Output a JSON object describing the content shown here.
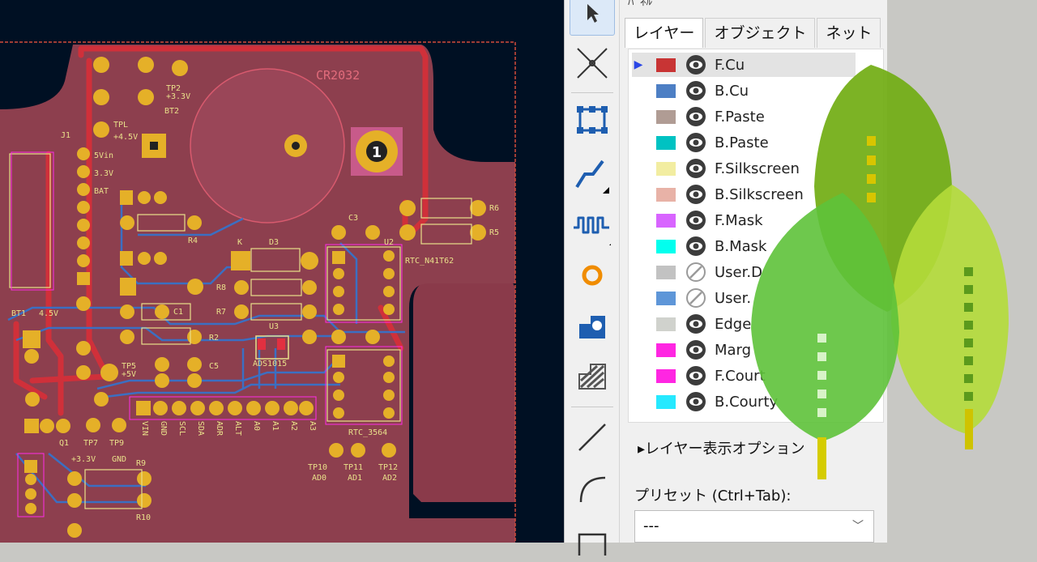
{
  "panel": {
    "title": "ﾊﾟﾈﾙ",
    "tabs": [
      {
        "label": "レイヤー",
        "active": true
      },
      {
        "label": "オブジェクト",
        "active": false
      },
      {
        "label": "ネット",
        "active": false
      }
    ],
    "layers": [
      {
        "name": "F.Cu",
        "color": "#c83434",
        "visible": true,
        "selected": true
      },
      {
        "name": "B.Cu",
        "color": "#4d7fc4",
        "visible": true
      },
      {
        "name": "F.Paste",
        "color": "#b09c94",
        "visible": true
      },
      {
        "name": "B.Paste",
        "color": "#00c2c2",
        "visible": true
      },
      {
        "name": "F.Silkscreen",
        "color": "#f2eda1",
        "visible": true
      },
      {
        "name": "B.Silkscreen",
        "color": "#e8b2a7",
        "visible": true
      },
      {
        "name": "F.Mask",
        "color": "#d864ff",
        "visible": true
      },
      {
        "name": "B.Mask",
        "color": "#02ffee",
        "visible": true
      },
      {
        "name": "User.D",
        "color": "#c2c2c2",
        "visible": false
      },
      {
        "name": "User.",
        "color": "#5e96d8",
        "visible": false
      },
      {
        "name": "Edge",
        "color": "#d0d2cd",
        "visible": true
      },
      {
        "name": "Marg",
        "color": "#ff26e2",
        "visible": true
      },
      {
        "name": "F.Court",
        "color": "#ff26e2",
        "visible": true
      },
      {
        "name": "B.Courty",
        "color": "#26e9ff",
        "visible": true
      }
    ],
    "layer_display_options": "レイヤー表示オプション",
    "preset_label": "プリセット (Ctrl+Tab):",
    "preset_value": "---"
  },
  "toolbar": {
    "tools": [
      {
        "icon": "select-arrow-icon",
        "active": true
      },
      {
        "icon": "local-ratsnest-icon"
      },
      {
        "icon": "add-footprint-icon"
      },
      {
        "icon": "route-track-icon"
      },
      {
        "icon": "tune-length-icon"
      },
      {
        "icon": "add-via-icon"
      },
      {
        "icon": "add-zone-icon"
      },
      {
        "icon": "add-rule-area-icon"
      },
      {
        "icon": "draw-line-icon"
      },
      {
        "icon": "draw-arc-icon"
      },
      {
        "icon": "draw-rectangle-icon"
      }
    ]
  },
  "pcb": {
    "labels": {
      "cr2032": "CR2032",
      "pin1": "1",
      "tp2": "TP2",
      "tp2_v": "+3.3V",
      "bt2": "BT2",
      "tpl": "TPL",
      "tpl_v": "+4.5V",
      "j1": "J1",
      "vin": "5Vin",
      "v33": "3.3V",
      "bat": "BAT",
      "r4": "R4",
      "r6": "R6",
      "r5": "R5",
      "c3": "C3",
      "u2": "U2",
      "d3": "D3",
      "k": "K",
      "rtc1": "RTC_N41T62",
      "r8": "R8",
      "r7": "R7",
      "c1": "C1",
      "r2": "R2",
      "u3": "U3",
      "ads": "ADS1015",
      "c5": "C5",
      "tp5": "TP5",
      "tp5_v": "+5V",
      "bt1": "BT1",
      "bt1_v": "4.5V",
      "q1": "Q1",
      "tp7": "TP7",
      "tp9": "TP9",
      "tp3v": "+3.3V",
      "gnd": "GND",
      "r9": "R9",
      "r10": "R10",
      "rtc2": "RTC_3564",
      "tp10": "TP10",
      "ad0": "AD0",
      "tp11": "TP11",
      "ad1": "AD1",
      "tp12": "TP12",
      "ad2": "AD2",
      "hdr": [
        "VIN",
        "GND",
        "SCL",
        "SDA",
        "ADR",
        "ALT",
        "A0",
        "A1",
        "A2",
        "A3"
      ]
    }
  }
}
